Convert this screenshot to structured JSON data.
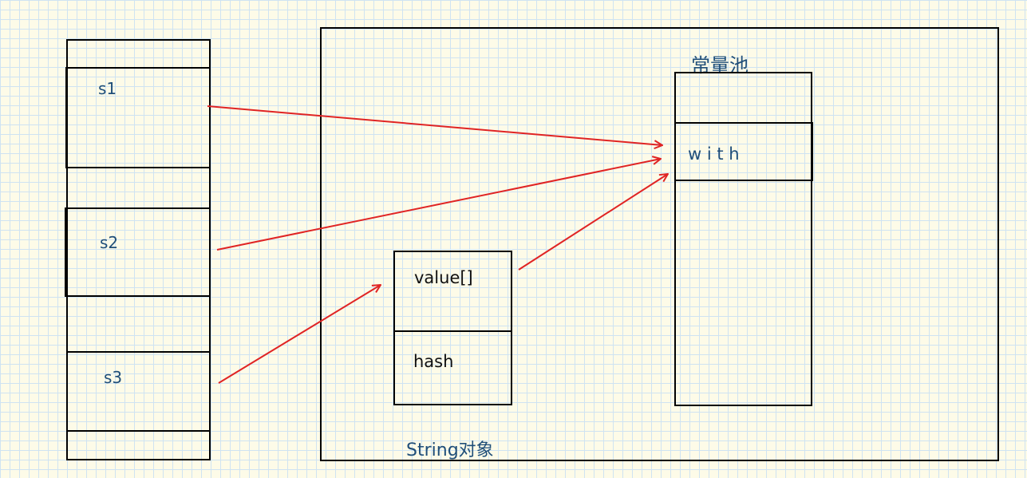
{
  "stack": {
    "slots": [
      {
        "label": "s1"
      },
      {
        "label": "s2"
      },
      {
        "label": "s3"
      }
    ]
  },
  "heap": {
    "label": "String对象",
    "string_object": {
      "field_value": "value[]",
      "field_hash": "hash"
    },
    "constant_pool": {
      "title": "常量池",
      "entry": "w i t h"
    }
  },
  "colors": {
    "arrow": "#e02424",
    "label": "#1f4e79",
    "border": "#000000"
  }
}
